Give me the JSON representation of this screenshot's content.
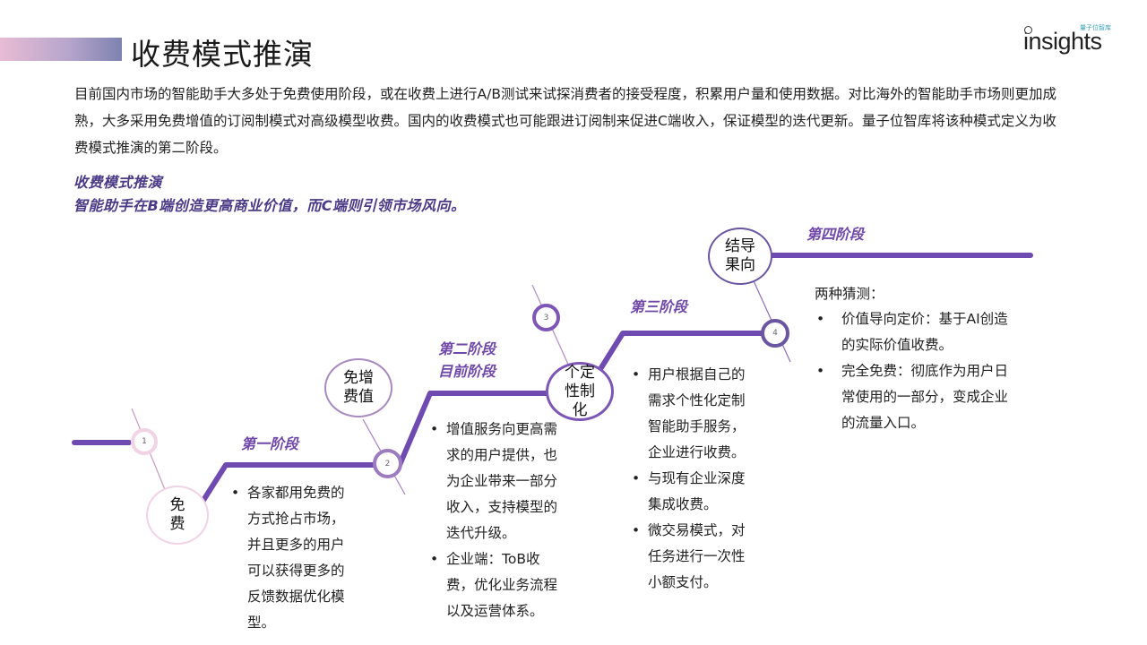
{
  "header": {
    "title": "收费模式推演",
    "logo_main": "insights",
    "logo_small": "量子位智库"
  },
  "intro": {
    "paragraph": "目前国内市场的智能助手大多处于免费使用阶段，或在收费上进行A/B测试来试探消费者的接受程度，积累用户量和使用数据。对比海外的智能助手市场则更加成熟，大多采用免费增值的订阅制模式对高级模型收费。国内的收费模式也可能跟进订阅制来促进C端收入，保证模型的迭代更新。量子位智库将该种模式定义为收费模式推演的第二阶段。"
  },
  "subheading": {
    "line1": "收费模式推演",
    "line2": "智能助手在B端创造更高商业价值，而C端则引领市场风向。"
  },
  "stages": [
    {
      "node": "1",
      "circle": "免费",
      "label": "第一阶段",
      "notes": [
        "各家都用免费的方式抢占市场，并且更多的用户可以获得更多的反馈数据优化模型。"
      ]
    },
    {
      "node": "2",
      "circle": "免增费值",
      "label": "第二阶段",
      "label2": "目前阶段",
      "notes": [
        "增值服务向更高需求的用户提供，也为企业带来一部分收入，支持模型的迭代升级。",
        "企业端：ToB收费，优化业务流程以及运营体系。"
      ]
    },
    {
      "node": "3",
      "circle": "个定性制化",
      "label": "第三阶段",
      "notes": [
        "用户根据自己的需求个性化定制智能助手服务，企业进行收费。",
        "与现有企业深度集成收费。",
        "微交易模式，对任务进行一次性小额支付。"
      ]
    },
    {
      "node": "4",
      "circle": "结导果向",
      "label": "第四阶段",
      "guess_title": "两种猜测：",
      "notes": [
        "价值导向定价：基于AI创造的实际价值收费。",
        "完全免费：彻底作为用户日常使用的一部分，变成企业的流量入口。"
      ]
    }
  ],
  "colors": {
    "road": "#6f4ab0",
    "stage_label": "#7048a8",
    "subheading": "#4b3a86",
    "node1_ring": "#f1d3e6",
    "node2_ring": "#9c7bc0",
    "node3_ring": "#7e57b6",
    "node4_ring": "#6a55a0"
  }
}
